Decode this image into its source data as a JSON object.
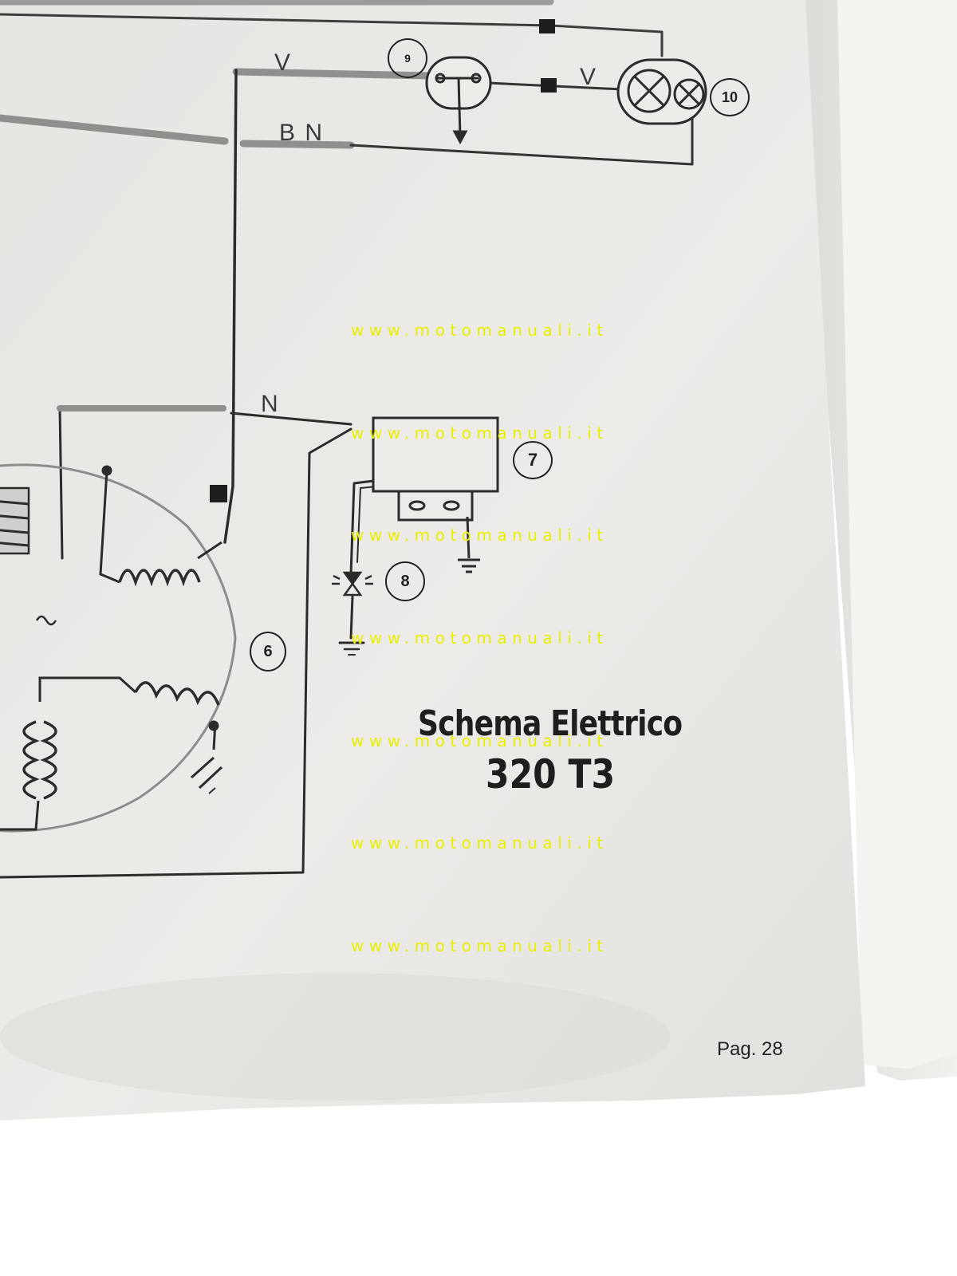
{
  "title": "Schema Elettrico",
  "subtitle": "320 T3",
  "page_number": "Pag. 28",
  "wire_labels": {
    "v_top": "V",
    "v_right": "V",
    "b_n": "B N",
    "n": "N"
  },
  "callouts": {
    "c6": "6",
    "c7": "7",
    "c8": "8",
    "c9": "9",
    "c10": "10"
  },
  "watermarks": [
    "www.motomanuali.it",
    "www.motomanuali.it",
    "www.motomanuali.it",
    "www.motomanuali.it",
    "www.motomanuali.it",
    "www.motomanuali.it",
    "www.motomanuali.it"
  ],
  "colors": {
    "paper": "#e9e8e5",
    "ink": "#2b2b2b",
    "watermark": "#e8f000"
  }
}
